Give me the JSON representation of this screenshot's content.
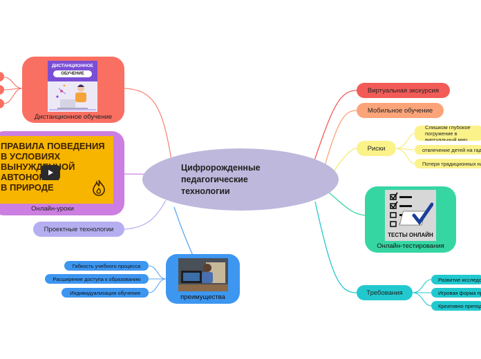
{
  "central": {
    "title": "Цифророжденные педагогические технологии"
  },
  "left": {
    "distance": {
      "label": "Дистанционное обучение",
      "thumb_title": "ДИСТАНЦИОННОЕ",
      "thumb_badge": "ОБУЧЕНИЕ"
    },
    "online_lessons": {
      "label": "Онлайн-уроки",
      "video_lines": [
        "ПРАВИЛА ПОВЕДЕНИЯ",
        "В УСЛОВИЯХ",
        "ВЫНУЖДЕННОЙ",
        "АВТОНОМИИ",
        "В ПРИРОДЕ"
      ]
    },
    "projects": {
      "label": "Проектные технологии"
    }
  },
  "bottom": {
    "advantages": {
      "label": "преимущества",
      "items": [
        "Гибкость учебного процесса",
        "Расширение доступа к образованию",
        "Индивидуализация обучения"
      ]
    }
  },
  "right": {
    "virtual": {
      "label": "Виртуальная экскурсия"
    },
    "mobile": {
      "label": "Мобильное обучение"
    },
    "risks": {
      "label": "Риски",
      "items": [
        "Слишком глубокое погружение в виртуальный мир",
        "отвлечение детей на гаджеты",
        "Потеря традиционных навыков"
      ]
    },
    "tests": {
      "label": "Онлайн-тестирования",
      "image_text": "ТЕСТЫ ОНЛАЙН"
    },
    "requirements": {
      "label": "Требования",
      "items": [
        "Развитие исследовательских навыков",
        "Игровая форма представления",
        "Креативно преподносить материал"
      ]
    }
  },
  "colors": {
    "central": "#bdb8dc",
    "distance": "#f96f62",
    "online_lessons": "#cc7fe0",
    "projects": "#b5aef0",
    "advantages": "#3d96f0",
    "virtual": "#f25b58",
    "mobile": "#fba479",
    "risks": "#fbf28a",
    "tests": "#36d6a3",
    "requirements": "#21c9cf"
  }
}
